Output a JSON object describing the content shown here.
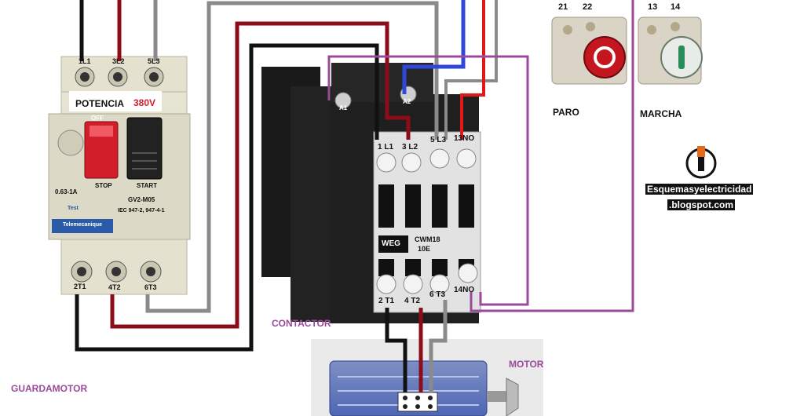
{
  "labels": {
    "guardamotor": "GUARDAMOTOR",
    "contactor": "CONTACTOR",
    "motor": "MOTOR",
    "paro": "PARO",
    "marcha": "MARCHA",
    "potencia": "POTENCIA",
    "voltage": "380V"
  },
  "guardamotor": {
    "top_terminals": [
      "1L1",
      "3L2",
      "5L3"
    ],
    "bottom_terminals": [
      "2T1",
      "4T2",
      "6T3"
    ],
    "off_label": "OFF",
    "stop_label": "STOP",
    "start_label": "START",
    "range": "0.63-1A",
    "model": "GV2-M05",
    "standard": "IEC 947-2, 947-4-1",
    "test": "Test",
    "brand": "Telemecanique"
  },
  "contactor": {
    "top_terminals": [
      "A1",
      "A2",
      "1 L1",
      "3 L2",
      "5 L3",
      "13NO"
    ],
    "bottom_terminals": [
      "2 T1",
      "4 T2",
      "6 T3",
      "14NO"
    ],
    "brand": "WEG",
    "model": "CWM18",
    "sub_model": "10E"
  },
  "buttons": {
    "paro_terminals": [
      "21",
      "22"
    ],
    "marcha_terminals": [
      "13",
      "14"
    ]
  },
  "logo": {
    "line1": "Esquemasyelectricidad",
    "line2": ".blogspot.com"
  },
  "colors": {
    "wire_black": "#111111",
    "wire_red": "#8b0d1a",
    "wire_gray": "#8a8a8a",
    "wire_purple": "#9b4a9b",
    "wire_blue": "#3048d8",
    "wire_bright_red": "#e01818",
    "label_purple": "#9b4a9b"
  }
}
